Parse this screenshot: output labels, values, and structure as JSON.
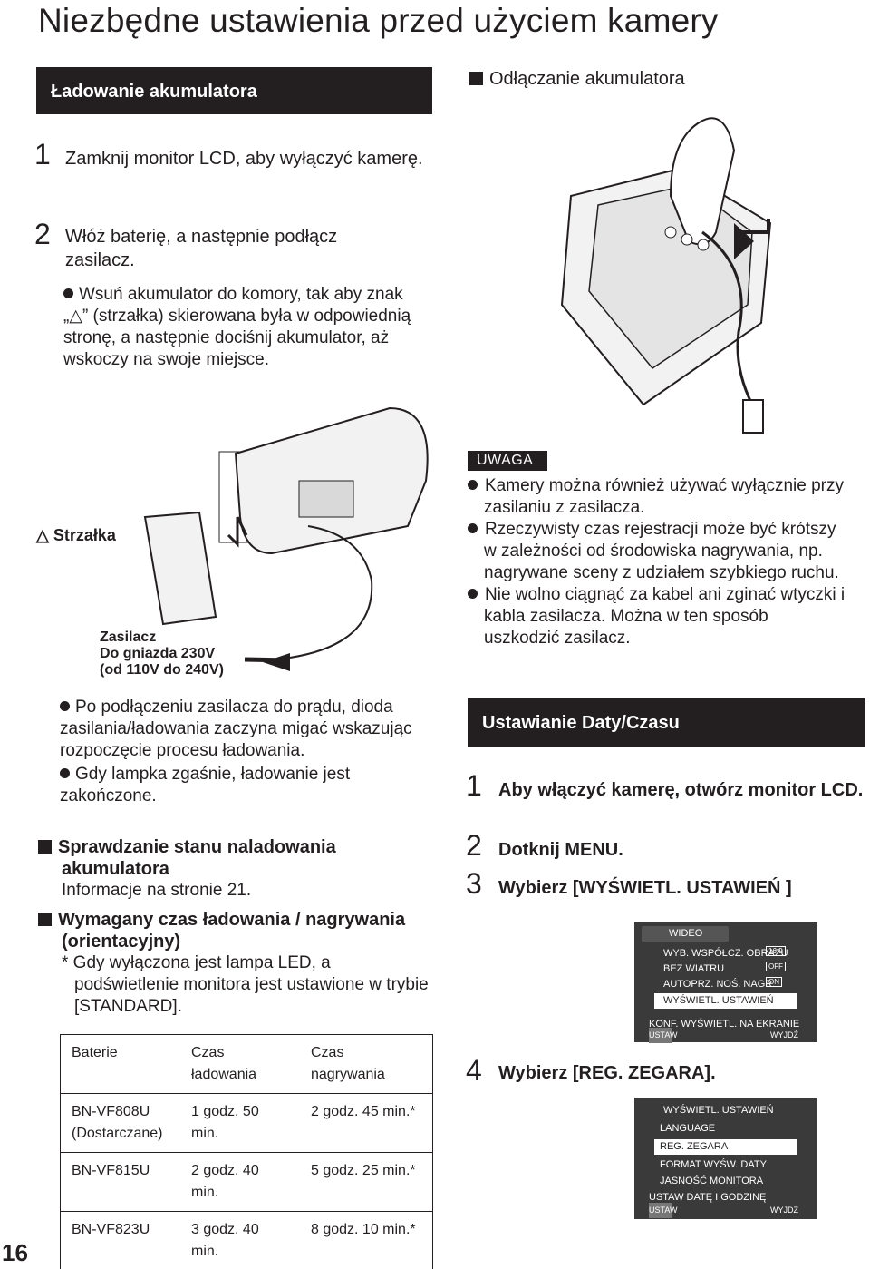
{
  "page": {
    "title": "Niezbędne ustawienia przed użyciem kamery",
    "page_number": "16"
  },
  "charging": {
    "header": "Ładowanie akumulatora",
    "step1_num": "1",
    "step1_text": "Zamknij monitor LCD, aby wyłączyć kamerę.",
    "step2_num": "2",
    "step2_text": "Włóż baterię, a następnie podłącz zasilacz.",
    "step2_bullet": "Wsuń akumulator do komory, tak aby znak „△” (strzałka) skierowana była w odpowiednią stronę, a następnie dociśnij akumulator, aż wskoczy na swoje miejsce.",
    "arrow_label": "△ Strzałka",
    "adapter_label_1": "Zasilacz",
    "adapter_label_2": "Do gniazda 230V",
    "adapter_label_3": "(od 110V do 240V)",
    "bullet_a": "Po podłączeniu zasilacza do prądu, dioda zasilania/ładowania zaczyna migać wskazując rozpoczęcie procesu ładowania.",
    "bullet_b": "Gdy lampka zgaśnie, ładowanie jest zakończone."
  },
  "remove_battery": {
    "header": "Odłączanie akumulatora"
  },
  "check_charge": {
    "header": "Sprawdzanie stanu naladowania akumulatora",
    "info": "Informacje na stronie 21."
  },
  "charge_time": {
    "header": "Wymagany czas ładowania / nagrywania (orientacyjny)",
    "note": "* Gdy wyłączona jest lampa LED, a podświetlenie monitora jest ustawione w trybie [STANDARD].",
    "columns": [
      "Baterie",
      "Czas ładowania",
      "Czas nagrywania"
    ],
    "rows": [
      [
        "BN-VF808U (Dostarczane)",
        "1 godz. 50 min.",
        "2 godz. 45 min.*"
      ],
      [
        "BN-VF815U",
        "2 godz. 40 min.",
        "5 godz. 25 min.*"
      ],
      [
        "BN-VF823U",
        "3 godz. 40 min.",
        "8 godz. 10 min.*"
      ]
    ]
  },
  "note": {
    "badge": "UWAGA",
    "items": [
      "Kamery można również używać wyłącznie przy zasilaniu z zasilacza.",
      "Rzeczywisty czas rejestracji może być krótszy w zależności od środowiska nagrywania, np. nagrywane sceny z udziałem szybkiego ruchu.",
      "Nie wolno ciągnąć za kabel ani zginać wtyczki i kabla zasilacza. Można w ten sposób uszkodzić zasilacz."
    ]
  },
  "datetime": {
    "header": "Ustawianie Daty/Czasu",
    "steps": [
      {
        "num": "1",
        "text": "Aby włączyć kamerę, otwórz monitor LCD."
      },
      {
        "num": "2",
        "text": "Dotknij MENU."
      },
      {
        "num": "3",
        "text": "Wybierz [WYŚWIETL. USTAWIEŃ ]"
      },
      {
        "num": "4",
        "text": "Wybierz [REG. ZEGARA]."
      }
    ]
  },
  "menu1": {
    "header": "WIDEO",
    "rows": [
      "WYB. WSPÓŁCZ. OBRAZU",
      "BEZ WIATRU",
      "AUTOPRZ. NOŚ. NAGR.",
      "WYŚWIETL. USTAWIEŃ"
    ],
    "badges": [
      "16:9",
      "OFF",
      "ON"
    ],
    "footer_caption": "KONF. WYŚWIETL. NA EKRANIE",
    "btn_left": "USTAW",
    "btn_right": "WYJDŹ"
  },
  "menu2": {
    "header": "WYŚWIETL. USTAWIEŃ",
    "rows": [
      "LANGUAGE",
      "REG. ZEGARA",
      "FORMAT WYŚW. DATY",
      "JASNOŚĆ MONITORA"
    ],
    "footer_caption": "USTAW DATĘ I GODZINĘ",
    "btn_left": "USTAW",
    "btn_right": "WYJDŹ"
  }
}
